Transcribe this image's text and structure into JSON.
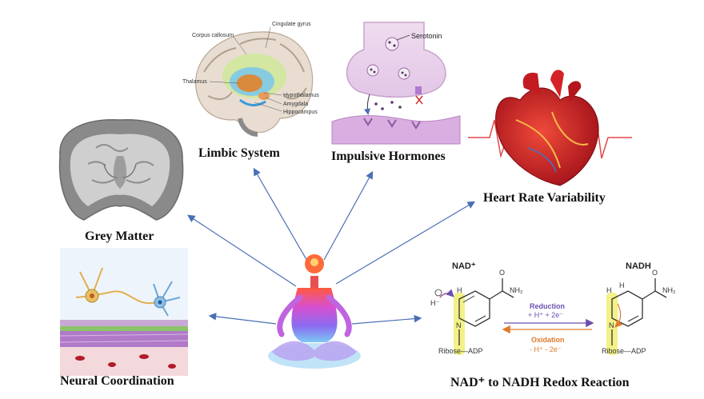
{
  "captions": {
    "limbic": "Limbic System",
    "hormones": "Impulsive Hormones",
    "heart": "Heart Rate Variability",
    "grey": "Grey Matter",
    "neural": "Neural Coordination",
    "redox": "NAD⁺ to NADH Redox Reaction"
  },
  "brain_labels": {
    "corpus_callosum": "Corpus callosum",
    "cingulate": "Cingulate gyrus",
    "thalamus": "Thalamus",
    "hypothalamus": "Hypothalamus",
    "amygdala": "Amygdala",
    "hippocampus": "Hippocampus"
  },
  "synapse": {
    "serotonin": "Serotonin"
  },
  "reaction": {
    "nad": "NAD⁺",
    "nadh": "NADH",
    "reduction": "Reduction",
    "reduction_terms": "+ H⁺ + 2e⁻",
    "oxidation": "Oxidation",
    "oxidation_terms": "- H⁺ - 2e⁻",
    "ribose_left": "Ribose—ADP",
    "ribose_right": "Ribose—ADP",
    "nh2_left": "NH₂",
    "nh2_right": "NH₂",
    "o_left": "O",
    "o_right": "O",
    "n_left": "N",
    "n_right": "N",
    "h_minus": "H⁻",
    "h_left": "H",
    "h_right_a": "H",
    "h_right_b": "H"
  },
  "colors": {
    "arrow": "#4a6fb5",
    "reduction": "#6a4fb0",
    "oxidation": "#e07a2c",
    "highlight": "#f2f07a"
  }
}
